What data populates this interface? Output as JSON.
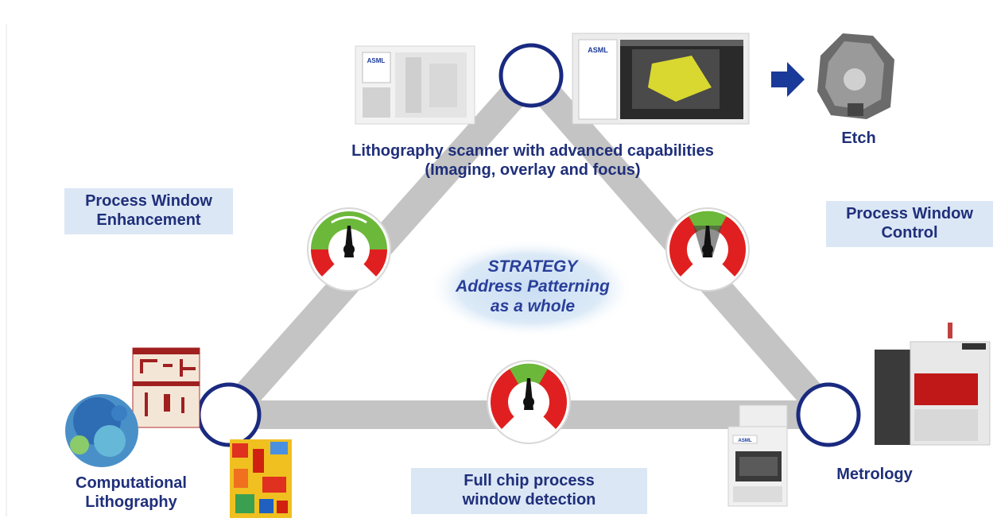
{
  "top_label": {
    "line1": "Lithography scanner with advanced capabilities",
    "line2": "(Imaging, overlay and focus)"
  },
  "etch_label": "Etch",
  "left_box": {
    "line1": "Process Window",
    "line2": "Enhancement"
  },
  "right_box": {
    "line1": "Process Window",
    "line2": "Control"
  },
  "strategy": {
    "line1": "STRATEGY",
    "line2": "Address Patterning",
    "line3": "as a whole"
  },
  "bottom_left_label": {
    "line1": "Computational",
    "line2": "Lithography"
  },
  "bottom_box": {
    "line1": "Full chip process",
    "line2": "window detection"
  },
  "bottom_right_label": "Metrology",
  "scanner_brand": "ASML",
  "colors": {
    "text": "#1f2f7a",
    "box_bg": "#dbe7f5",
    "triangle": "#c4c4c4",
    "node_ring": "#1a2a80",
    "gauge_red": "#e02020",
    "gauge_green": "#6cb83a",
    "arrow": "#1a3a9a"
  },
  "icons": [
    "scanner-image",
    "etch-tool-image",
    "gauge-icon",
    "wafer-map-image",
    "metrology-tool-image",
    "right-arrow-icon"
  ]
}
